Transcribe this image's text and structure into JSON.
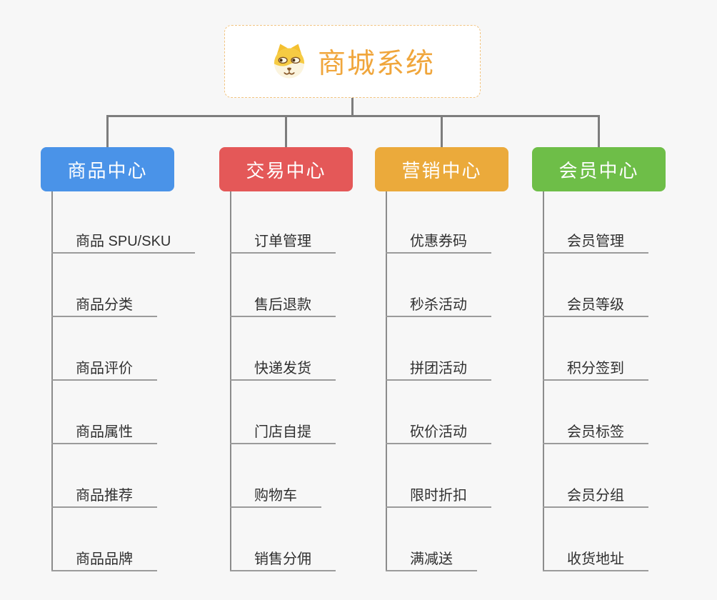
{
  "root": {
    "title": "商城系统",
    "icon": "dog-face"
  },
  "colors": {
    "title": "#f0a63c",
    "root_border": "#f2c480",
    "connector": "#7d7d7d",
    "background": "#f7f7f7"
  },
  "branches": [
    {
      "id": "product-center",
      "label": "商品中心",
      "color": "#4a93e8",
      "items": [
        "商品 SPU/SKU",
        "商品分类",
        "商品评价",
        "商品属性",
        "商品推荐",
        "商品品牌"
      ]
    },
    {
      "id": "trade-center",
      "label": "交易中心",
      "color": "#e45858",
      "items": [
        "订单管理",
        "售后退款",
        "快递发货",
        "门店自提",
        "购物车",
        "销售分佣"
      ]
    },
    {
      "id": "marketing-center",
      "label": "营销中心",
      "color": "#ebaa3b",
      "items": [
        "优惠券码",
        "秒杀活动",
        "拼团活动",
        "砍价活动",
        "限时折扣",
        "满减送"
      ]
    },
    {
      "id": "member-center",
      "label": "会员中心",
      "color": "#6ebe48",
      "items": [
        "会员管理",
        "会员等级",
        "积分签到",
        "会员标签",
        "会员分组",
        "收货地址"
      ]
    }
  ]
}
